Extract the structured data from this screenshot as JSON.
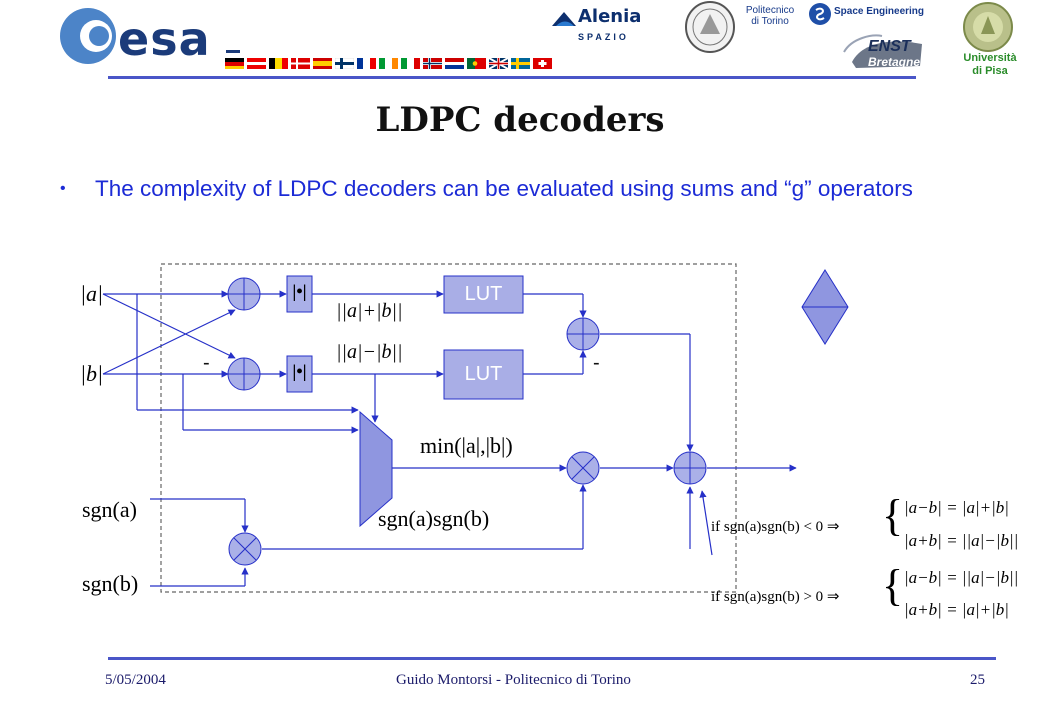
{
  "header": {
    "esa_logo_text": "esa",
    "alenia_text": "Alenia",
    "alenia_sub": "SPAZIO",
    "polito_line1": "Politecnico",
    "polito_line2": "di Torino",
    "space_engineering": "Space Engineering",
    "enst_text": "ENST",
    "enst_sub": "Bretagne",
    "pisa_line1": "Università",
    "pisa_line2": "di Pisa",
    "accent_color": "#4a56c8"
  },
  "slide": {
    "title": "LDPC decoders",
    "bullet_color": "#1c2bd6",
    "bullet": "The complexity of LDPC decoders can be evaluated using sums and “g” operators"
  },
  "diagram": {
    "input_abs_a": "|a|",
    "input_abs_b": "|b|",
    "input_sgn_a": "sgn(a)",
    "input_sgn_b": "sgn(b)",
    "lut_1": "LUT",
    "lut_2": "LUT",
    "abs_block_1": "|•|",
    "abs_block_2": "|•|",
    "minus_1": "-",
    "minus_2": "-",
    "label_sum": "||a|+|b||",
    "label_diff": "||a|−|b||",
    "label_min": "min(|a|,|b|)",
    "label_sgnprod": "sgn(a)sgn(b)",
    "cond1_lead": "if sgn(a)sgn(b) < 0 ⇒",
    "cond1_l1": "|a−b| = |a|+|b|",
    "cond1_l2": "|a+b| = ||a|−|b||",
    "cond2_lead": "if sgn(a)sgn(b) > 0 ⇒",
    "cond2_l1": "|a−b| = ||a|−|b||",
    "cond2_l2": "|a+b| = |a|+|b|"
  },
  "footer": {
    "date": "5/05/2004",
    "author": "Guido Montorsi - Politecnico di Torino",
    "page": "25"
  }
}
